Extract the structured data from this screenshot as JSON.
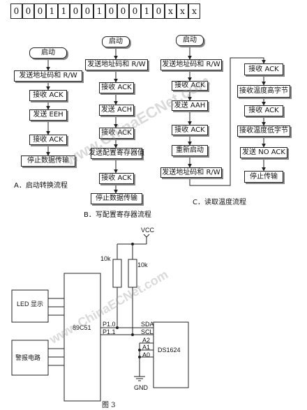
{
  "bits": [
    "0",
    "0",
    "0",
    "1",
    "1",
    "0",
    "0",
    "1",
    "0",
    "0",
    "0",
    "1",
    "0",
    "x",
    "x",
    "x"
  ],
  "flow_a": {
    "start": "启动",
    "steps": [
      "发送地址码和 R/W",
      "接收 ACK",
      "发送 EEH",
      "接收 ACK",
      "停止数据传输"
    ],
    "caption": "A．启动转换流程"
  },
  "flow_b": {
    "start": "启动",
    "steps": [
      "发送地址码和 R/W",
      "接收 ACK",
      "发送 ACH",
      "接收 ACK",
      "发送配置寄存器值",
      "接收 ACK",
      "停止数据传输"
    ],
    "caption": "B．写配置寄存器流程"
  },
  "flow_c": {
    "start": "启动",
    "steps_left": [
      "发送地址码和 R/W",
      "接收 ACK",
      "发送 AAH",
      "接收 ACK",
      "重新启动",
      "发送地址码和 R/W"
    ],
    "steps_right": [
      "接收 ACK",
      "接收温度高字节",
      "接收 ACK",
      "接收温度低字节",
      "发送 NO ACK",
      "停止传输"
    ],
    "caption": "C．读取温度流程"
  },
  "circuit": {
    "vcc": "VCC",
    "gnd": "GND",
    "r1": "10k",
    "r2": "10k",
    "led": "LED 显示",
    "alarm": "警报电路",
    "mcu": "89C51",
    "p10": "P1.0",
    "p11": "P1.1",
    "sda": "SDA",
    "scl": "SCL",
    "a2": "A2",
    "a1": "A1",
    "a0": "A0",
    "sensor": "DS1624"
  },
  "watermark": "www.ChinaECNet.com",
  "figure_label": "图 3"
}
